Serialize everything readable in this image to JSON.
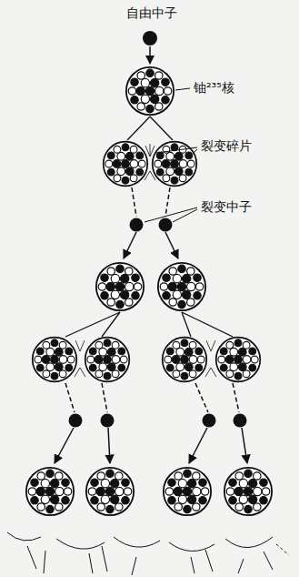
{
  "diagram": {
    "labels": [
      "自由中子",
      "铀²³⁵核",
      "裂变碎片",
      "裂变中子"
    ]
  }
}
